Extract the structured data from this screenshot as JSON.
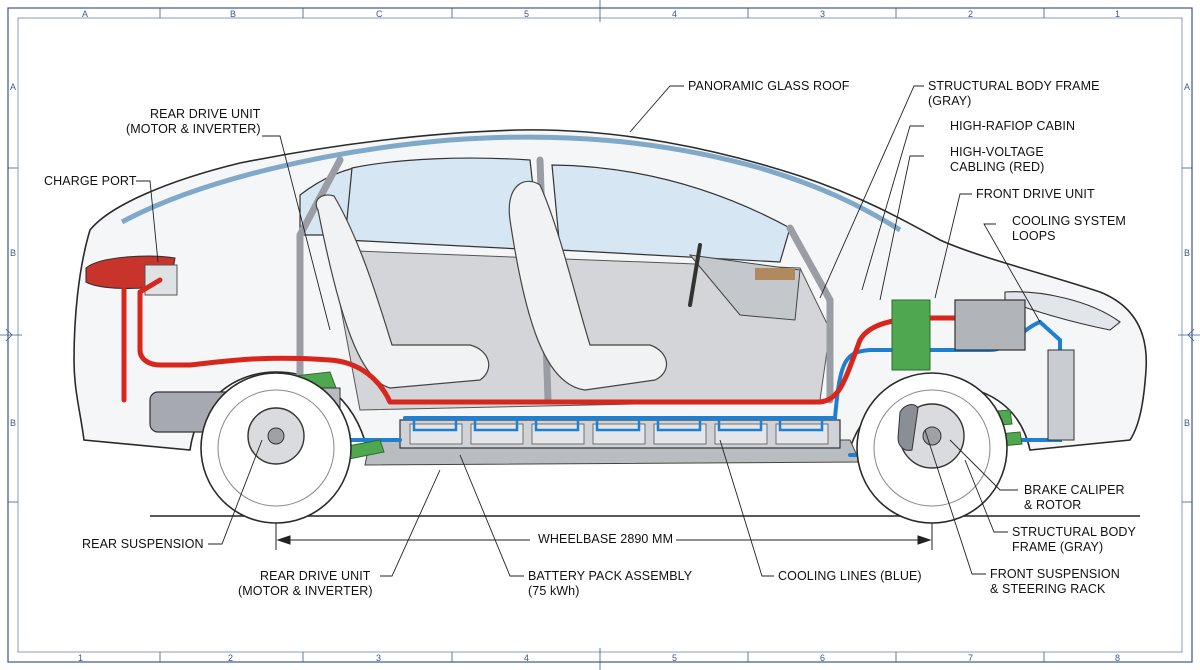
{
  "ruler": {
    "top": [
      "A",
      "B",
      "C",
      "5",
      "4",
      "3",
      "2",
      "1"
    ],
    "bottom": [
      "1",
      "2",
      "3",
      "4",
      "5",
      "6",
      "7",
      "8"
    ],
    "left": [
      "A",
      "B",
      "B"
    ],
    "right": [
      "A",
      "B",
      "B"
    ]
  },
  "labels": {
    "panoramic_roof": "PANORAMIC GLASS ROOF",
    "rear_drive_top_1": "REAR DRIVE UNIT",
    "rear_drive_top_2": "(MOTOR & INVERTER)",
    "charge_port": "CHARGE PORT",
    "body_frame_top_1": "STRUCTURAL BODY FRAME",
    "body_frame_top_2": "(GRAY)",
    "cabin": "HIGH-RAFIOP CABIN",
    "hv_cabling_1": "HIGH-VOLTAGE",
    "hv_cabling_2": "CABLING (RED)",
    "front_drive": "FRONT DRIVE UNIT",
    "cooling_loops_1": "COOLING SYSTEM",
    "cooling_loops_2": "LOOPS",
    "brake_1": "BRAKE CALIPER",
    "brake_2": "& ROTOR",
    "body_frame_bottom_1": "STRUCTURAL BODY",
    "body_frame_bottom_2": "FRAME (GRAY)",
    "front_susp_1": "FRONT SUSPENSION",
    "front_susp_2": "& STEERING RACK",
    "rear_susp": "REAR SUSPENSION",
    "wheelbase": "WHEELBASE 2890 MM",
    "rear_drive_bottom_1": "REAR DRIVE UNIT",
    "rear_drive_bottom_2": "(MOTOR & INVERTER)",
    "battery_1": "BATTERY PACK ASSEMBLY",
    "battery_2": "(75 kWh)",
    "cooling_lines": "COOLING LINES (BLUE)"
  },
  "colors": {
    "blueprint": "#3a5a8c",
    "hv_red": "#d8261c",
    "coolant_blue": "#1f7fd1",
    "suspension_green": "#3c9a3c",
    "frame_gray": "#9a9ea4",
    "glass": "#d6e6f2"
  }
}
